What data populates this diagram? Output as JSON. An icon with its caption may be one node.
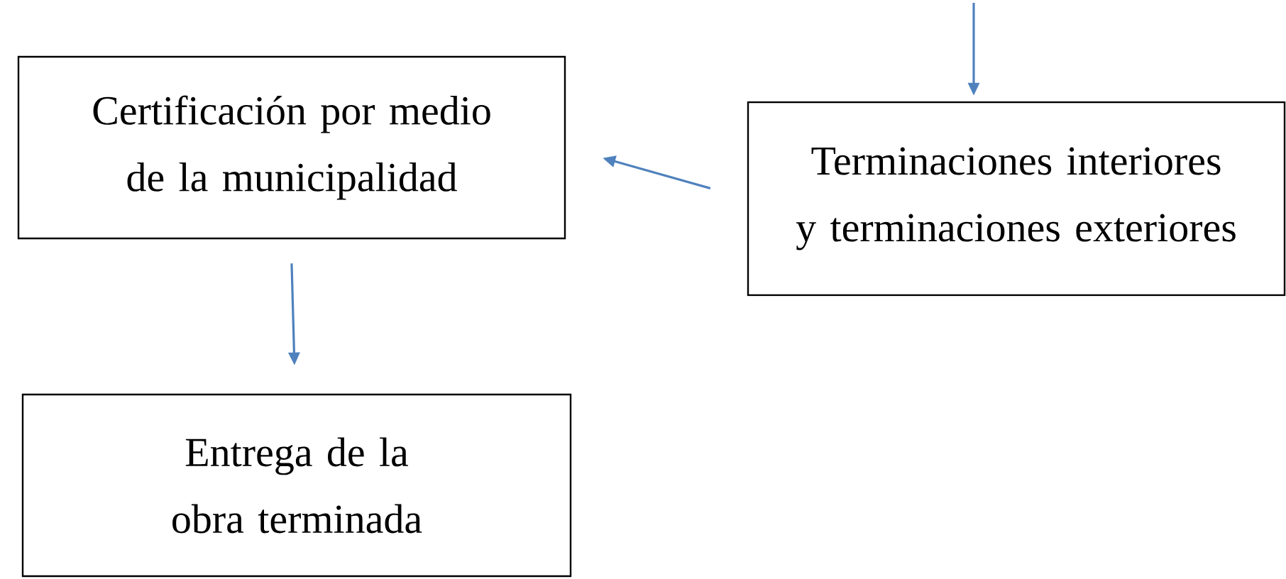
{
  "diagram": {
    "nodes": [
      {
        "text": [
          "Certificación por medio de la municipalidad"
        ]
      },
      {
        "text": [
          "Terminaciones interiores y terminaciones exteriores"
        ]
      },
      {
        "text": [
          "Entrega de la obra terminada"
        ]
      }
    ],
    "edges": [
      {
        "from": null,
        "to": 1,
        "arrow": "to"
      },
      {
        "from": 1,
        "to": 0,
        "arrow": "to"
      },
      {
        "from": 0,
        "to": 2,
        "arrow": "to"
      }
    ]
  }
}
